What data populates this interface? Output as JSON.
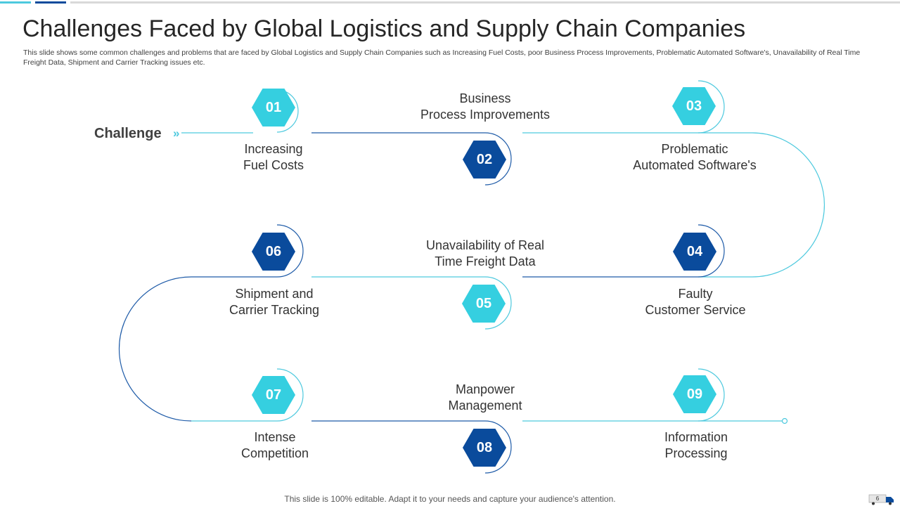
{
  "slide": {
    "title": "Challenges Faced by Global Logistics and Supply Chain Companies",
    "subtitle": "This slide shows some common challenges and problems that are faced by Global Logistics and Supply Chain Companies such as Increasing Fuel Costs, poor Business Process Improvements, Problematic Automated Software's, Unavailability of Real Time Freight Data, Shipment and Carrier Tracking issues etc.",
    "footer": "This slide is 100% editable. Adapt it to your needs and capture your audience's attention.",
    "page_number": "6"
  },
  "flow": {
    "start_label": "Challenge",
    "start_marker": "»",
    "steps": [
      {
        "number": "01",
        "line1": "Increasing",
        "line2": "Fuel Costs"
      },
      {
        "number": "02",
        "line1": "Business",
        "line2": "Process Improvements"
      },
      {
        "number": "03",
        "line1": "Problematic",
        "line2": "Automated Software's"
      },
      {
        "number": "04",
        "line1": "Faulty",
        "line2": "Customer Service"
      },
      {
        "number": "05",
        "line1": "Unavailability  of Real",
        "line2": "Time Freight Data"
      },
      {
        "number": "06",
        "line1": "Shipment and",
        "line2": "Carrier Tracking"
      },
      {
        "number": "07",
        "line1": "Intense",
        "line2": "Competition"
      },
      {
        "number": "08",
        "line1": "Manpower",
        "line2": "Management"
      },
      {
        "number": "09",
        "line1": "Information",
        "line2": "Processing"
      }
    ]
  },
  "colors": {
    "light_teal": "#35cfe0",
    "dark_blue": "#0a4b9c",
    "path_teal": "#4dc9de",
    "path_blue": "#1e5ba8"
  }
}
